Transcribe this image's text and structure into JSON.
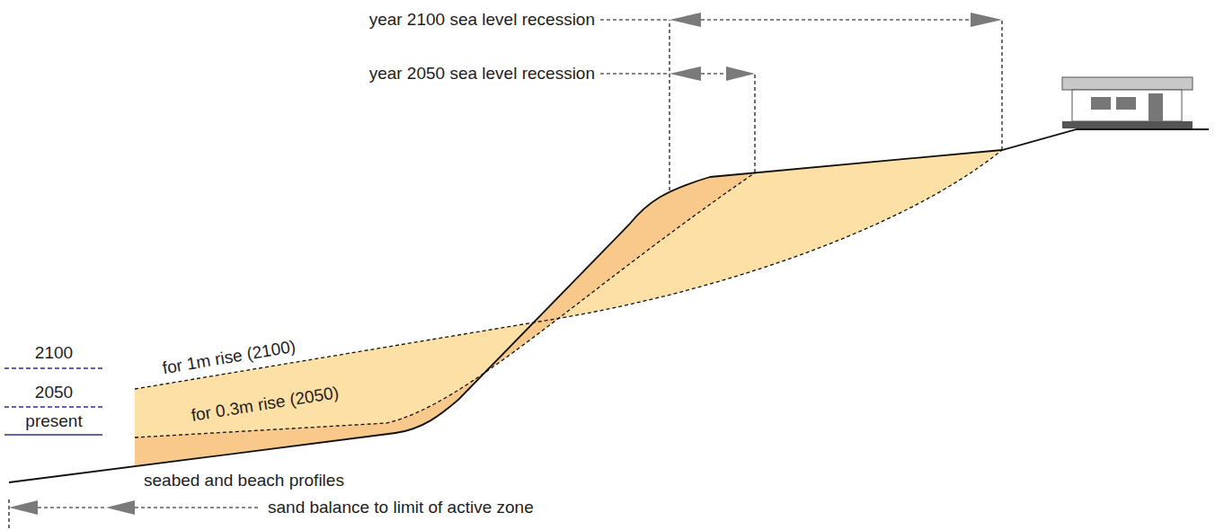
{
  "diagram": {
    "labels": [
      "year 2100 sea level recession",
      "year 2050 sea level recession",
      "2100",
      "2050",
      "present",
      "for 1m rise (2100)",
      "for 0.3m rise (2050)",
      "seabed and beach profiles",
      "sand balance to limit of active zone"
    ]
  }
}
